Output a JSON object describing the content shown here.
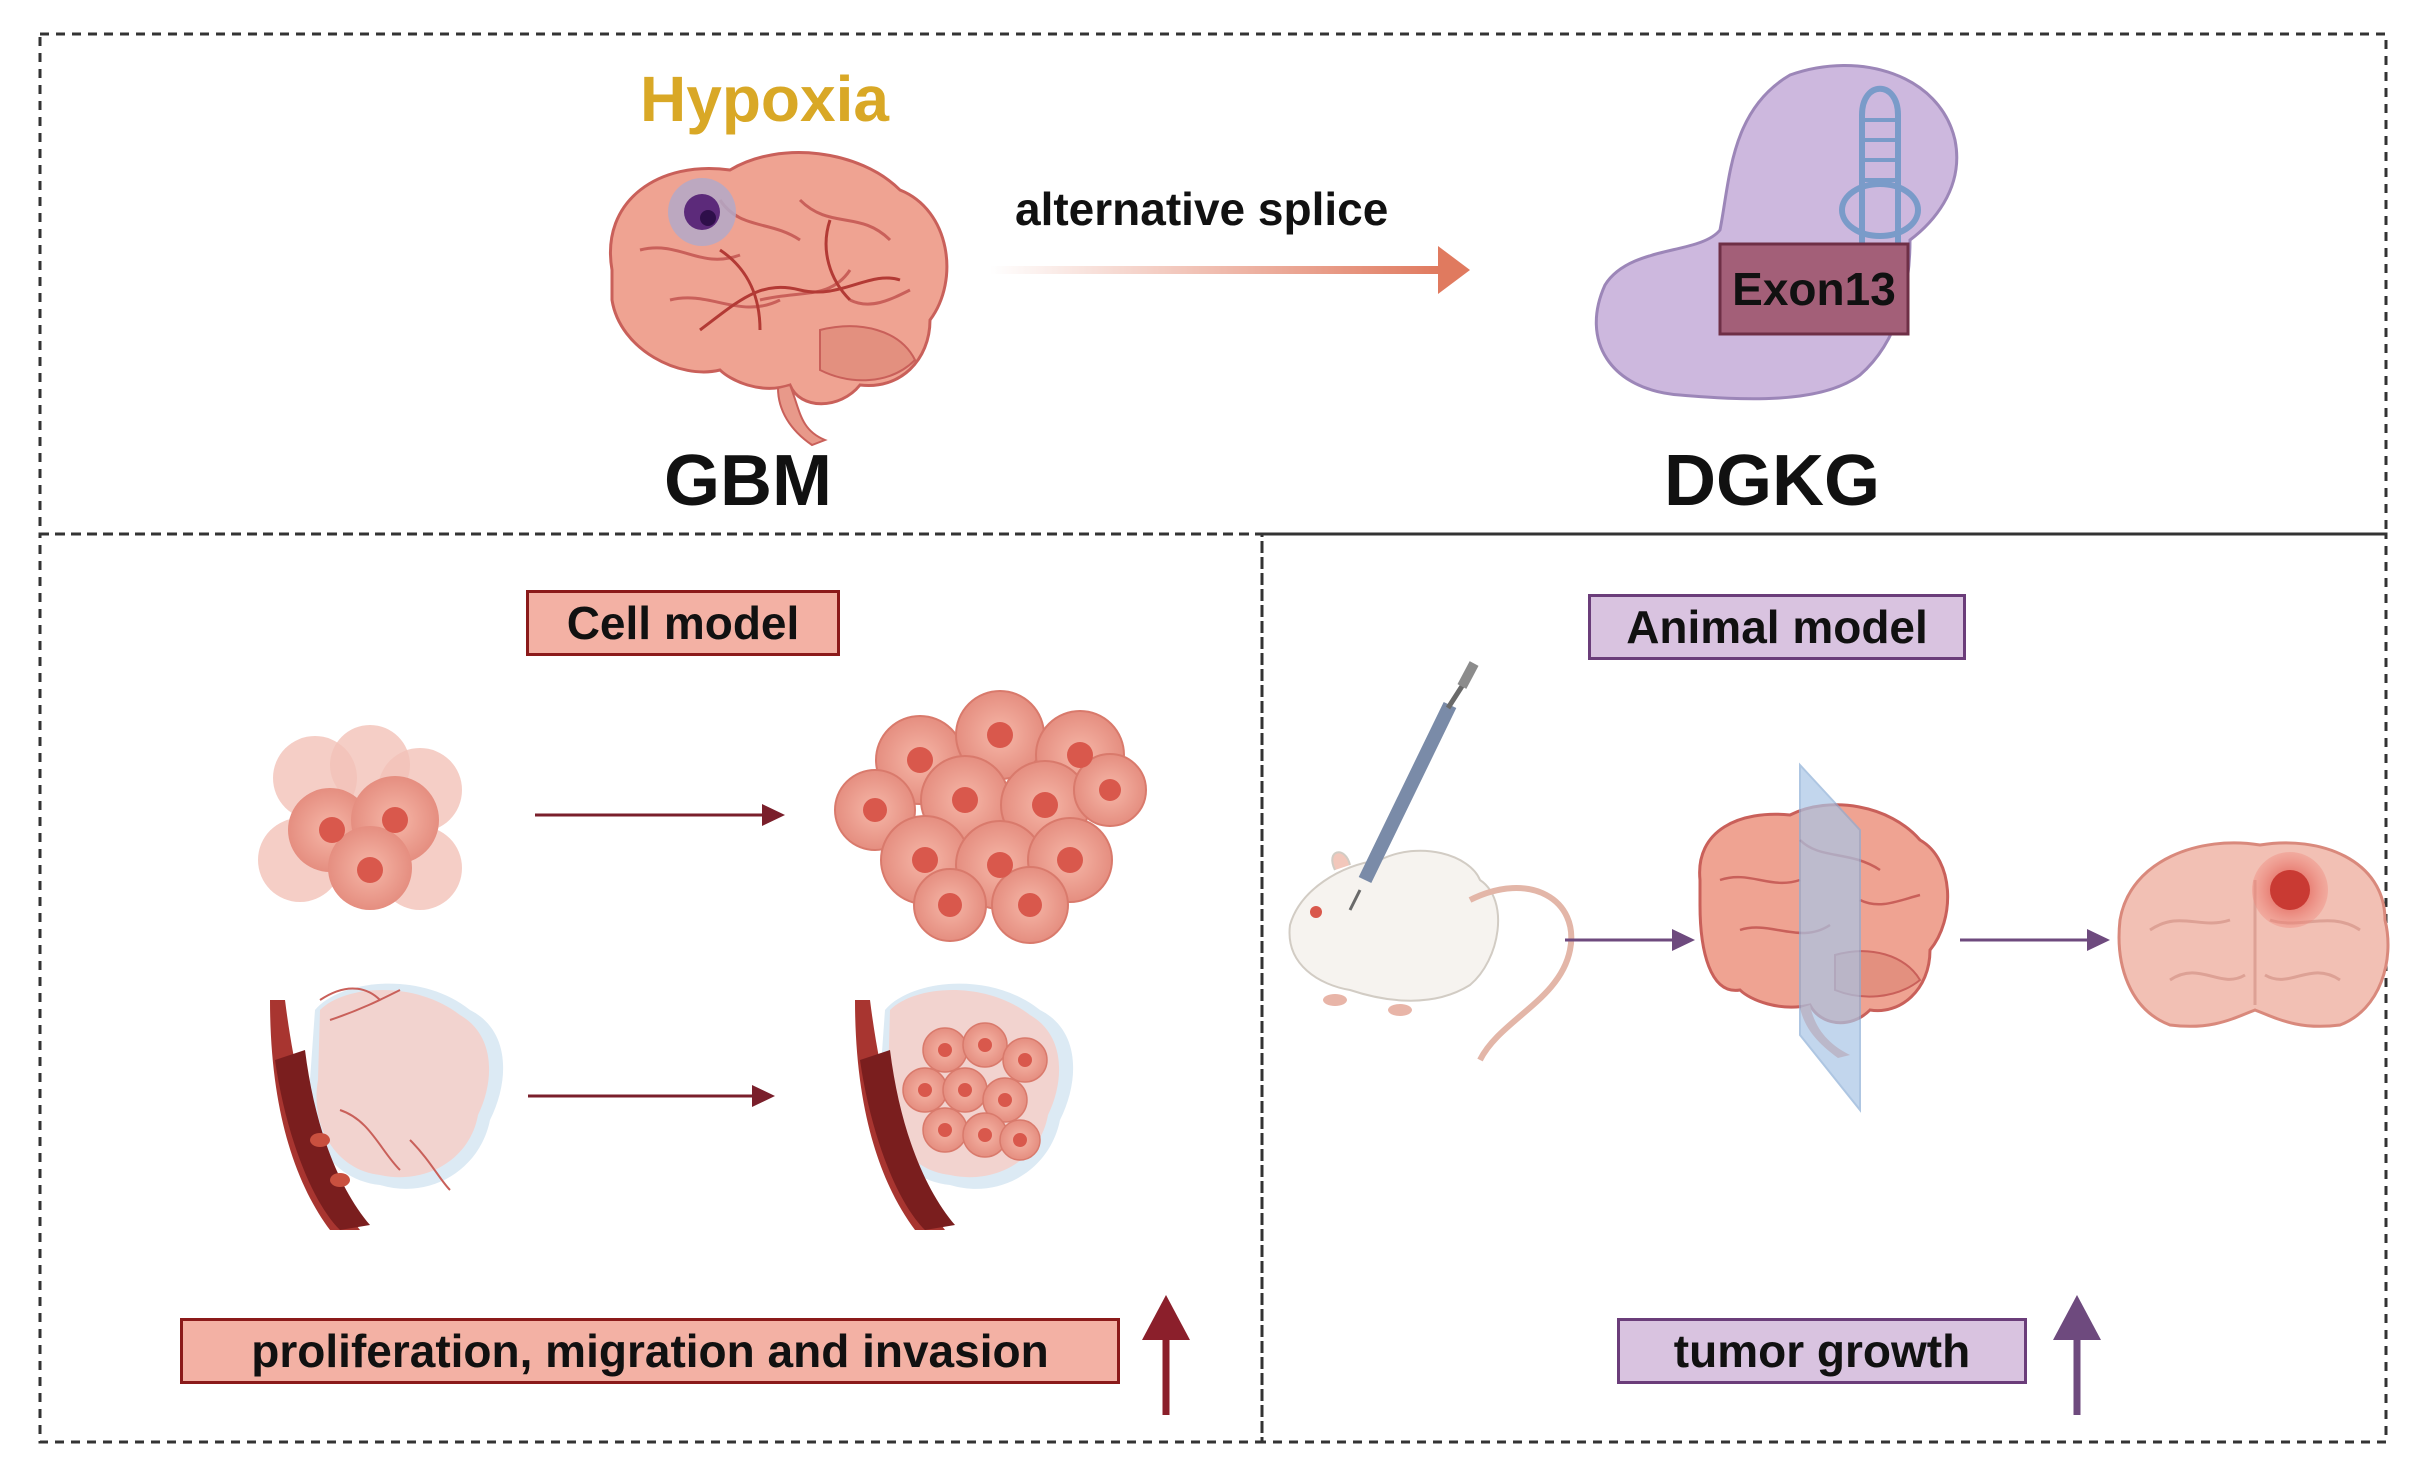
{
  "top": {
    "hypoxia_label": "Hypoxia",
    "gbm_label": "GBM",
    "arrow_label": "alternative splice",
    "dgkg_label": "DGKG",
    "exon_label": "Exon13"
  },
  "cell_panel": {
    "title": "Cell model",
    "result_label": "proliferation, migration and invasion"
  },
  "animal_panel": {
    "title": "Animal model",
    "result_label": "tumor growth"
  },
  "colors": {
    "hypoxia": "#D9A826",
    "cell_box_fill": "#F3B1A4",
    "cell_box_border": "#8B1A1A",
    "cell_arrow": "#7A1F2B",
    "animal_box_fill": "#D9C3E0",
    "animal_box_border": "#6B3D7A",
    "animal_arrow": "#6E4A7E",
    "splice_arrow": "#E07A5F",
    "exon_fill": "#A35F78",
    "dgkg_blob": "#CDB8DE"
  }
}
